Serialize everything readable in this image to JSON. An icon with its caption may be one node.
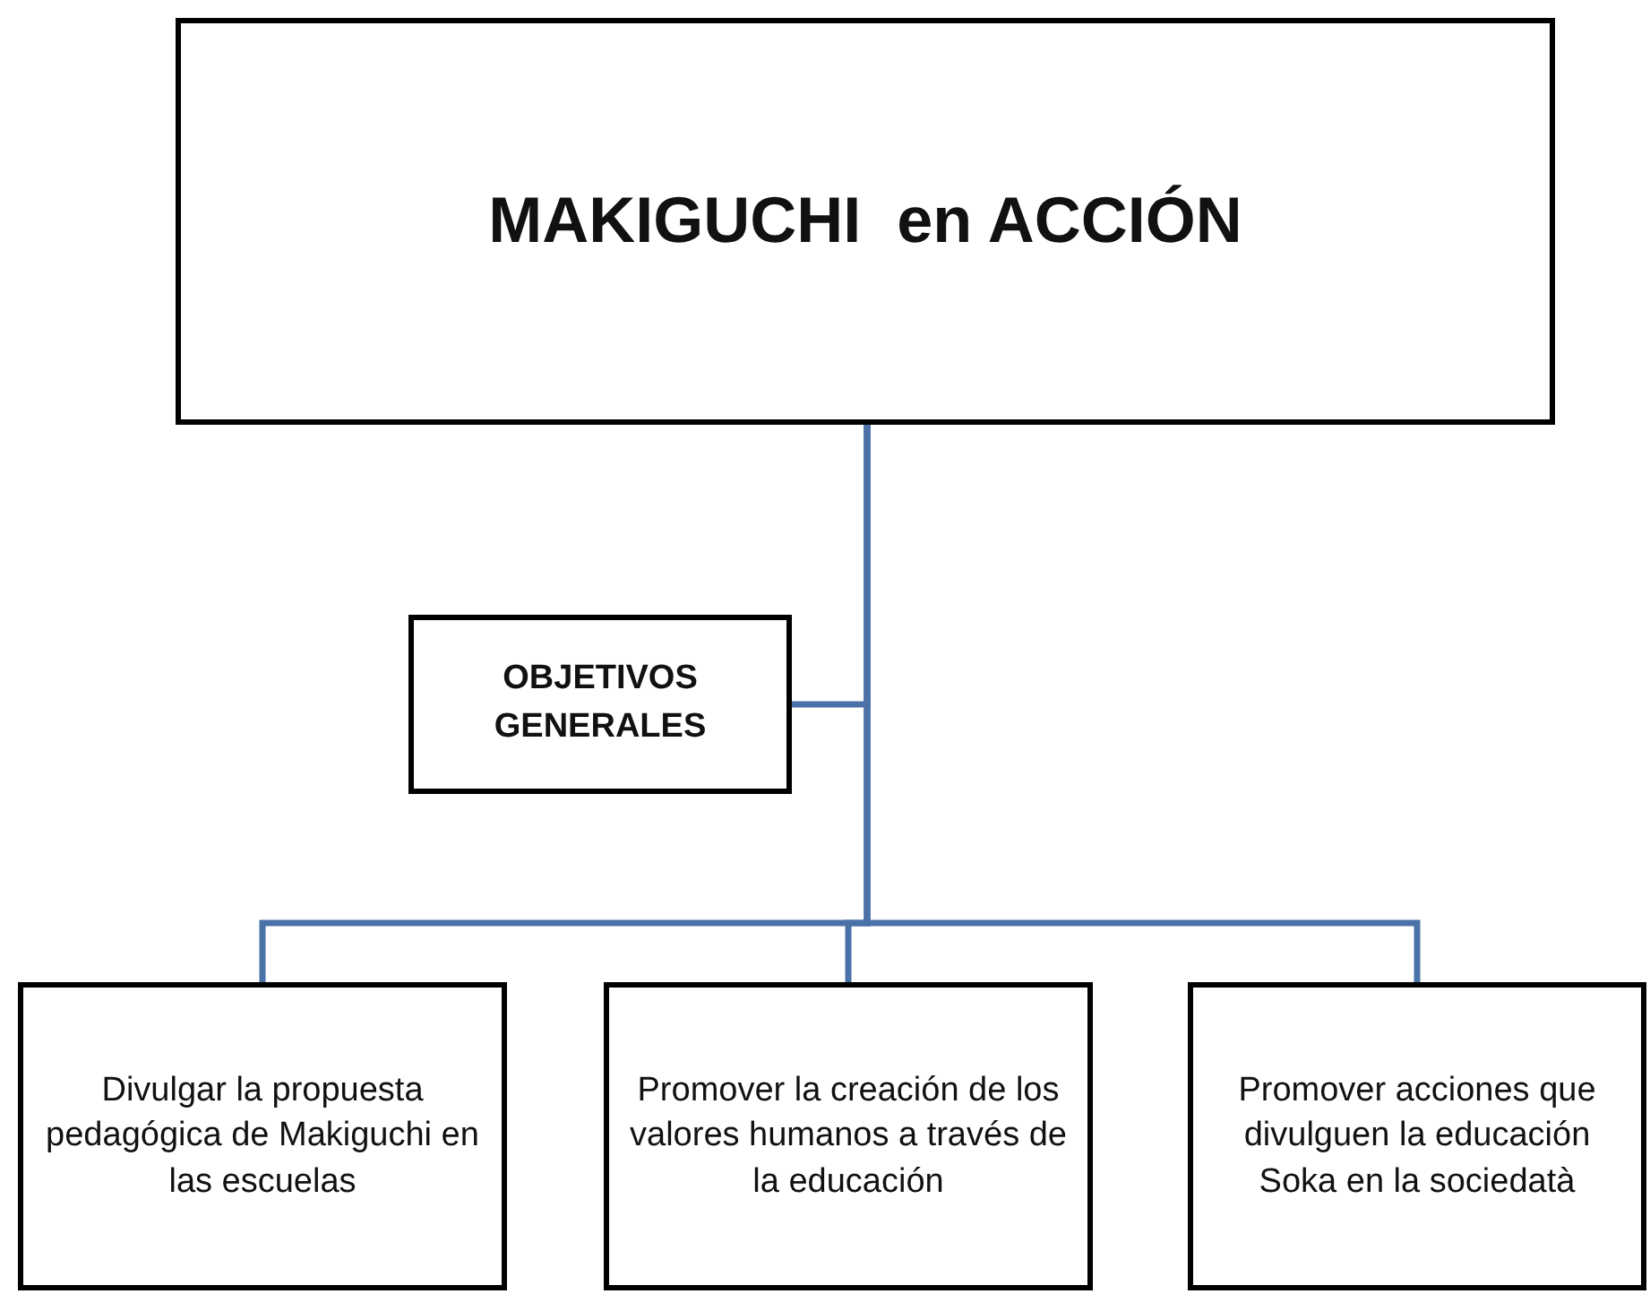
{
  "diagram": {
    "nodes": [
      {
        "text": [
          "MAKIGUCHI  en ACCIÓN"
        ]
      },
      {
        "text": [
          "OBJETIVOS GENERALES"
        ]
      },
      {
        "text": [
          "Divulgar la propuesta pedagógica de Makiguchi en las escuelas"
        ]
      },
      {
        "text": [
          "Promover la creación de los valores humanos a través de la educación"
        ]
      },
      {
        "text": [
          "Promover acciones que divulguen la educación Soka en la sociedatà"
        ]
      }
    ],
    "edges": [
      {
        "from": 0,
        "to": 1,
        "arrow": "none"
      },
      {
        "from": 0,
        "to": 2,
        "arrow": "none"
      },
      {
        "from": 0,
        "to": 3,
        "arrow": "none"
      },
      {
        "from": 0,
        "to": 4,
        "arrow": "none"
      }
    ]
  }
}
